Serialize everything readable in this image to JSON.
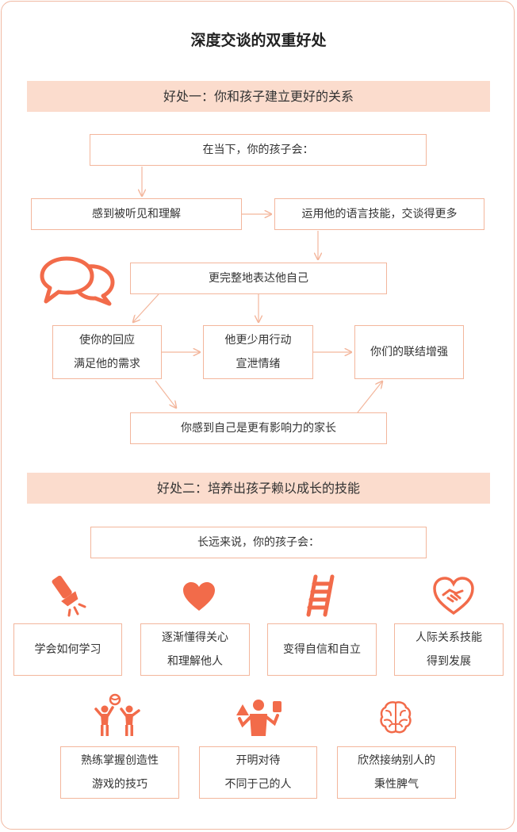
{
  "title": "深度交谈的双重好处",
  "section1": {
    "banner": "好处一：你和孩子建立更好的关系",
    "intro": "在当下，你的孩子会：",
    "heard": "感到被听见和理解",
    "language": "运用他的语言技能，交谈得更多",
    "express": "更完整地表达他自己",
    "needs": [
      "使你的回应",
      "满足他的需求"
    ],
    "less_action": [
      "他更少用行动",
      "宣泄情绪"
    ],
    "bond": "你们的联结增强",
    "influence": "你感到自己是更有影响力的家长"
  },
  "section2": {
    "banner": "好处二：培养出孩子赖以成长的技能",
    "intro": "长远来说，你的孩子会：",
    "benefits": [
      {
        "lines": [
          "学会如何学习"
        ],
        "icon": "flashlight-icon"
      },
      {
        "lines": [
          "逐渐懂得关心",
          "和理解他人"
        ],
        "icon": "heart-icon"
      },
      {
        "lines": [
          "变得自信和自立"
        ],
        "icon": "ladder-icon"
      },
      {
        "lines": [
          "人际关系技能",
          "得到发展"
        ],
        "icon": "handshake-icon"
      },
      {
        "lines": [
          "熟练掌握创造性",
          "游戏的技巧"
        ],
        "icon": "kids-playing-icon"
      },
      {
        "lines": [
          "开明对待",
          "不同于己的人"
        ],
        "icon": "juggling-shapes-icon"
      },
      {
        "lines": [
          "欣然接纳别人的",
          "秉性脾气"
        ],
        "icon": "brain-icon"
      }
    ]
  },
  "colors": {
    "accent": "#f26b4a",
    "banner_bg": "#fbdccd",
    "border": "#f3b69c"
  }
}
